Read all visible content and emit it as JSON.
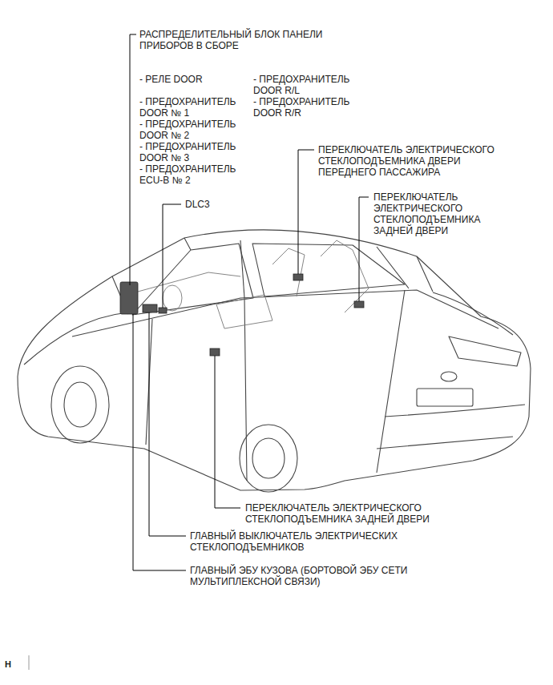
{
  "diagram": {
    "labels": [
      "РАСПРЕДЕЛИТЕЛЬНЫЙ БЛОК ПАНЕЛИ ПРИБОРОВ В СБОРЕ",
      "- РЕЛЕ DOOR",
      "- ПРЕДОХРАНИТЕЛЬ DOOR № 1",
      "- ПРЕДОХРАНИТЕЛЬ DOOR № 2",
      "- ПРЕДОХРАНИТЕЛЬ DOOR № 3",
      "- ПРЕДОХРАНИТЕЛЬ ECU-B № 2",
      "- ПРЕДОХРАНИТЕЛЬ DOOR R/L",
      "- ПРЕДОХРАНИТЕЛЬ DOOR R/R",
      "DLC3",
      "ПЕРЕКЛЮЧАТЕЛЬ ЭЛЕКТРИЧЕСКОГО СТЕКЛОПОДЪЕМНИКА ДВЕРИ ПЕРЕДНЕГО ПАССАЖИРА",
      "ПЕРЕКЛЮЧАТЕЛЬ ЭЛЕКТРИЧЕСКОГО СТЕКЛОПОДЪЕМНИКА ЗАДНЕЙ ДВЕРИ",
      "ПЕРЕКЛЮЧАТЕЛЬ ЭЛЕКТРИЧЕСКОГО СТЕКЛОПОДЪЕМНИКА ЗАДНЕЙ ДВЕРИ",
      "ГЛАВНЫЙ ВЫКЛЮЧАТЕЛЬ ЭЛЕКТРИЧЕСКИХ СТЕКЛОПОДЪЕМНИКОВ",
      "ГЛАВНЫЙ ЭБУ КУЗОВА (БОРТОВОЙ ЭБУ СЕТИ МУЛЬТИПЛЕКСНОЙ СВЯЗИ)",
      "H"
    ]
  }
}
